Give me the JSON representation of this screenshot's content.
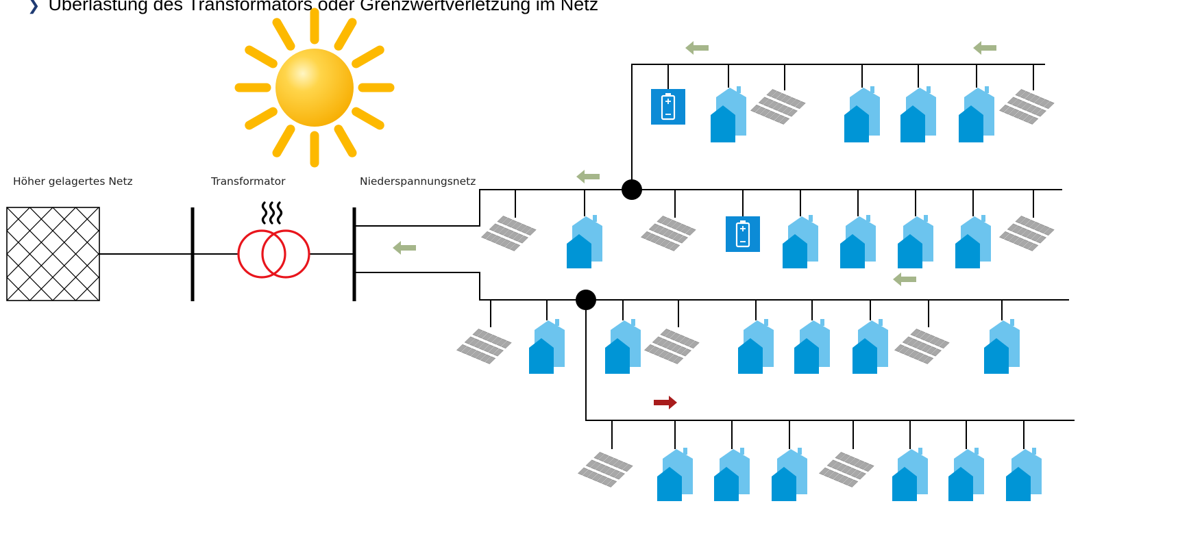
{
  "header": {
    "bullet_icon": "chevron-right-icon",
    "text": "Überlastung des Transformators oder Grenzwertverletzung im Netz"
  },
  "labels": {
    "higher_grid": "Höher gelagertes Netz",
    "transformer": "Transformator",
    "lv_grid": "Niederspannungsnetz"
  },
  "colors": {
    "line": "#000000",
    "transformer": "#e8151c",
    "sun": "#fdb900",
    "house_light": "#6cc4ee",
    "house_dark": "#0095d6",
    "battery": "#0c8bd6",
    "pv_panel": "#a8a8a8",
    "arrow_back": "#a5b68a",
    "arrow_forward": "#a81c1c"
  },
  "icons": [
    "sun-icon",
    "house-icon",
    "pv-panel-icon",
    "battery-icon",
    "heat-icon",
    "transformer-icon",
    "grid-icon",
    "node-icon",
    "arrow-left-icon",
    "arrow-right-icon"
  ],
  "flow": {
    "feeders_to_grid": "left",
    "branch_bottom": "right"
  }
}
